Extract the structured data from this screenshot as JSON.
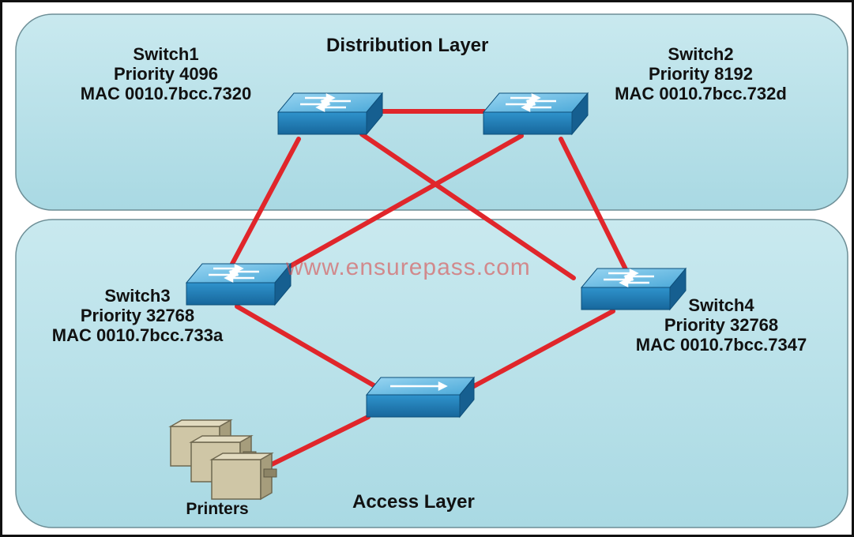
{
  "diagram": {
    "distribution_layer": {
      "title": "Distribution Layer"
    },
    "access_layer": {
      "title": "Access Layer"
    },
    "watermark": "www.ensurepass.com",
    "switches": [
      {
        "id": "switch1",
        "name": "Switch1",
        "priority": "Priority 4096",
        "mac": "MAC 0010.7bcc.7320"
      },
      {
        "id": "switch2",
        "name": "Switch2",
        "priority": "Priority 8192",
        "mac": "MAC 0010.7bcc.732d"
      },
      {
        "id": "switch3",
        "name": "Switch3",
        "priority": "Priority 32768",
        "mac": "MAC 0010.7bcc.733a"
      },
      {
        "id": "switch4",
        "name": "Switch4",
        "priority": "Priority 32768",
        "mac": "MAC 0010.7bcc.7347"
      }
    ],
    "printers_label": "Printers",
    "colors": {
      "link": "#e0262b",
      "panel": "#bfe3ea",
      "switch_top": "#66bfe6",
      "switch_side": "#1f7fb8"
    }
  }
}
